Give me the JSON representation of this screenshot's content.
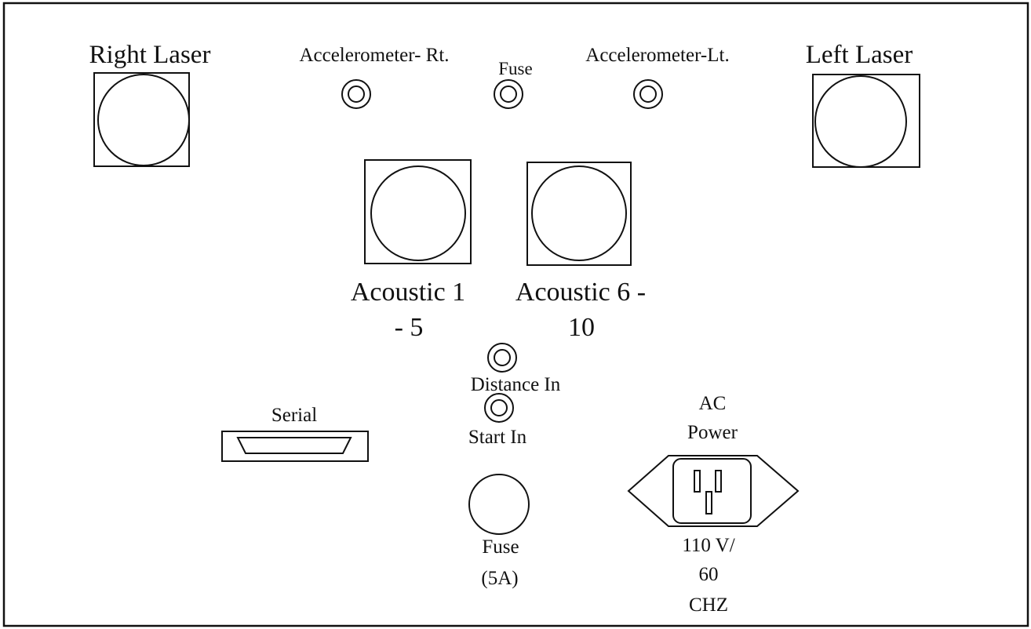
{
  "panel": {
    "right_laser": "Right Laser",
    "left_laser": "Left Laser",
    "accel_rt": "Accelerometer- Rt.",
    "fuse_top": "Fuse",
    "accel_lt": "Accelerometer-Lt.",
    "acoustic_1_line1": "Acoustic 1",
    "acoustic_1_line2": "- 5",
    "acoustic_6_line1": "Acoustic 6 -",
    "acoustic_6_line2": "10",
    "distance_in": "Distance In",
    "start_in": "Start In",
    "serial": "Serial",
    "ac_line1": "AC",
    "ac_line2": "Power",
    "fuse_bottom_line1": "Fuse",
    "fuse_bottom_line2": "(5A)",
    "voltage_line1": "110 V/",
    "voltage_line2": "60",
    "voltage_line3": "CHZ"
  }
}
